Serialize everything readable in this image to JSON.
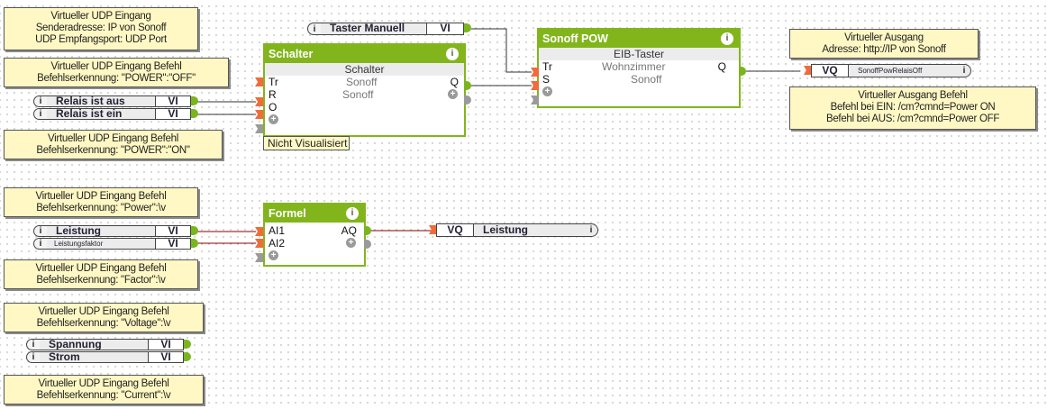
{
  "comments": {
    "udp_header": [
      "Virtueller UDP Eingang",
      "Senderadresse: IP von Sonoff",
      "UDP Empfangsport: UDP Port"
    ],
    "cmd_off": [
      "Virtueller UDP Eingang Befehl",
      "Befehlserkennung: \"POWER\":\"OFF\""
    ],
    "cmd_on": [
      "Virtueller UDP Eingang Befehl",
      "Befehlserkennung: \"POWER\":\"ON\""
    ],
    "cmd_power": [
      "Virtueller UDP Eingang Befehl",
      "Befehlserkennung: \"Power\":\\v"
    ],
    "cmd_factor": [
      "Virtueller UDP Eingang Befehl",
      "Befehlserkennung: \"Factor\":\\v"
    ],
    "cmd_voltage": [
      "Virtueller UDP Eingang Befehl",
      "Befehlserkennung: \"Voltage\":\\v"
    ],
    "cmd_current": [
      "Virtueller UDP Eingang Befehl",
      "Befehlserkennung: \"Current\":\\v"
    ],
    "out_header": [
      "Virtueller Ausgang",
      "Adresse: http://IP von Sonoff"
    ],
    "out_cmd": [
      "Virtueller Ausgang Befehl",
      "Befehl bei EIN: /cm?cmnd=Power ON",
      "Befehl bei AUS: /cm?cmnd=Power OFF"
    ]
  },
  "inputs": {
    "taster": {
      "name": "Taster Manuell",
      "type": "VI",
      "info": "i"
    },
    "relais_aus": {
      "name": "Relais ist aus",
      "type": "VI",
      "info": "i"
    },
    "relais_ein": {
      "name": "Relais ist ein",
      "type": "VI",
      "info": "i"
    },
    "leistung": {
      "name": "Leistung",
      "type": "VI",
      "info": "i"
    },
    "leistungsfaktor": {
      "name": "Leistungsfaktor",
      "type": "VI",
      "info": "i"
    },
    "spannung": {
      "name": "Spannung",
      "type": "VI",
      "info": "i"
    },
    "strom": {
      "name": "Strom",
      "type": "VI",
      "info": "i"
    }
  },
  "outputs": {
    "relais_off": {
      "type": "VQ",
      "name": "SonoffPowRelaisOff",
      "info": "i"
    },
    "leistung": {
      "type": "VQ",
      "name": "Leistung",
      "info": "i"
    }
  },
  "blocks": {
    "schalter": {
      "title": "Schalter",
      "subtitle": "Schalter",
      "pins_in": [
        "Tr",
        "R",
        "O"
      ],
      "values": [
        "Sonoff",
        "Sonoff"
      ],
      "pin_out": "Q",
      "tag": "Nicht Visualisiert"
    },
    "sonoff": {
      "title": "Sonoff POW",
      "subtitle": "EIB-Taster",
      "pins_in": [
        "Tr",
        "S"
      ],
      "values": [
        "Wohnzimmer",
        "Sonoff"
      ],
      "pin_out": "Q"
    },
    "formel": {
      "title": "Formel",
      "pins_in": [
        "AI1",
        "AI2"
      ],
      "pin_out": "AQ"
    }
  },
  "glyphs": {
    "info": "i",
    "plus": "+"
  },
  "colors": {
    "block_green": "#82b51c",
    "comment_bg": "#fff8c4",
    "input_port": "#f26a3a",
    "output_port": "#7ab51d",
    "wire_digital": "#333333",
    "wire_analog": "#8b0000"
  }
}
